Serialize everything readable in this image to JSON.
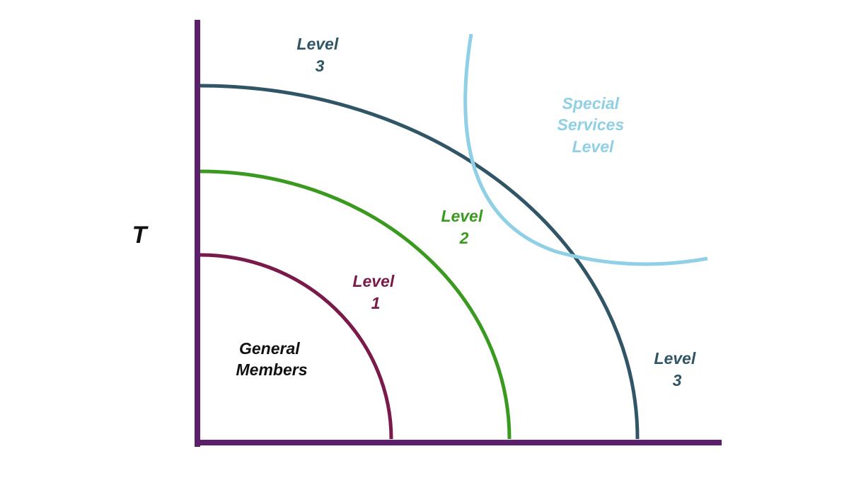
{
  "axis_label": "T",
  "colors": {
    "axis": "#5b1f6b",
    "level1": "#7a1a4a",
    "level2": "#3a9a1f",
    "level3": "#2f5566",
    "special": "#8fd0e6",
    "general_text": "#111111"
  },
  "regions": {
    "general": {
      "line1": "General",
      "line2": "Members"
    },
    "level1": {
      "line1": "Level",
      "line2": "1"
    },
    "level2": {
      "line1": "Level",
      "line2": "2"
    },
    "level3_top": {
      "line1": "Level",
      "line2": "3"
    },
    "level3_right": {
      "line1": "Level",
      "line2": "3"
    },
    "special": {
      "line1": "Special",
      "line2": "Services",
      "line3": "Level"
    }
  }
}
